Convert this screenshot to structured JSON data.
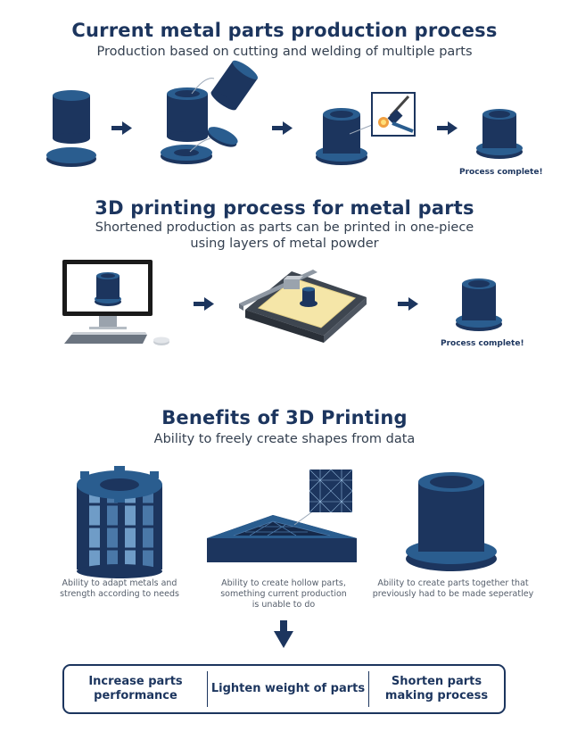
{
  "section1": {
    "title": "Current metal parts production process",
    "subtitle": "Production based on cutting and welding of multiple parts",
    "complete_label": "Process complete!"
  },
  "section2": {
    "title": "3D printing process for metal parts",
    "subtitle_line1": "Shortened production as parts can be printed in one-piece",
    "subtitle_line2": "using layers of metal powder",
    "complete_label": "Process complete!"
  },
  "section3": {
    "title": "Benefits of 3D Printing",
    "subtitle": "Ability to freely create shapes from data",
    "captions": [
      {
        "line1": "Ability to adapt metals and",
        "line2": "strength according to needs",
        "line3": ""
      },
      {
        "line1": "Ability to create hollow parts,",
        "line2": "something current production",
        "line3": "is unable to do"
      },
      {
        "line1": "Ability to create parts together that",
        "line2": "previously had to be made seperatley",
        "line3": ""
      }
    ]
  },
  "results": [
    {
      "line1": "Increase parts",
      "line2": "performance"
    },
    {
      "line1": "Lighten weight of parts",
      "line2": ""
    },
    {
      "line1": "Shorten parts",
      "line2": "making process"
    }
  ],
  "icons": [
    "cylinder-icon",
    "disc-icon",
    "arrow-right-icon",
    "welding-torch-icon",
    "flanged-part-icon",
    "computer-monitor-icon",
    "keyboard-icon",
    "mouse-icon",
    "powder-bed-printer-icon",
    "gear-block-icon",
    "lattice-triangle-icon",
    "arrow-down-icon"
  ],
  "colors": {
    "navy": "#1c355e",
    "mid_blue": "#2a5d8f",
    "light_blue": "#6f9cc7",
    "powder_yellow": "#f5e6a8"
  }
}
